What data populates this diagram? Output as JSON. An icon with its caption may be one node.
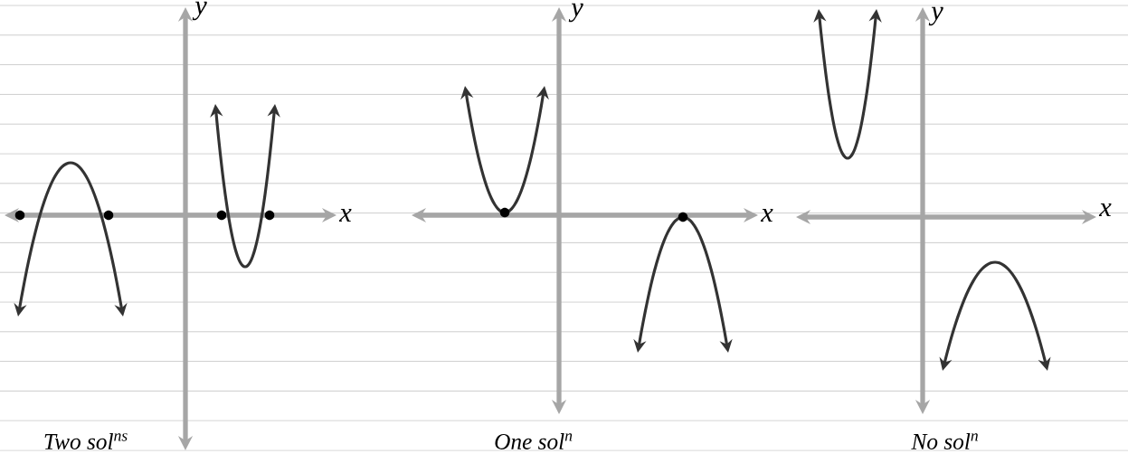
{
  "diagram": {
    "labels": [
      "y",
      "y",
      "y",
      "x",
      "x",
      "x",
      "Two sol$^{ns}$",
      "One sol$^{n}$",
      "No sol$^{n}$"
    ]
  }
}
